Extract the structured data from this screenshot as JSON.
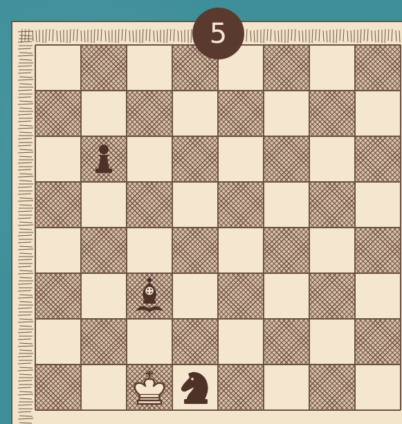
{
  "puzzle": {
    "number": "5"
  },
  "board": {
    "light_square_color": "#f5e6d0",
    "dark_square_color": "#6b5244",
    "frame_color": "#f3e4cc",
    "background_color": "#3f8f9a"
  },
  "pieces": [
    {
      "square": "b6",
      "type": "pawn",
      "color": "black",
      "icon": "black-pawn-icon"
    },
    {
      "square": "c3",
      "type": "bishop",
      "color": "black",
      "icon": "black-bishop-icon"
    },
    {
      "square": "c1",
      "type": "king",
      "color": "white",
      "icon": "white-king-icon"
    },
    {
      "square": "d1",
      "type": "knight",
      "color": "black",
      "icon": "black-knight-icon"
    }
  ]
}
